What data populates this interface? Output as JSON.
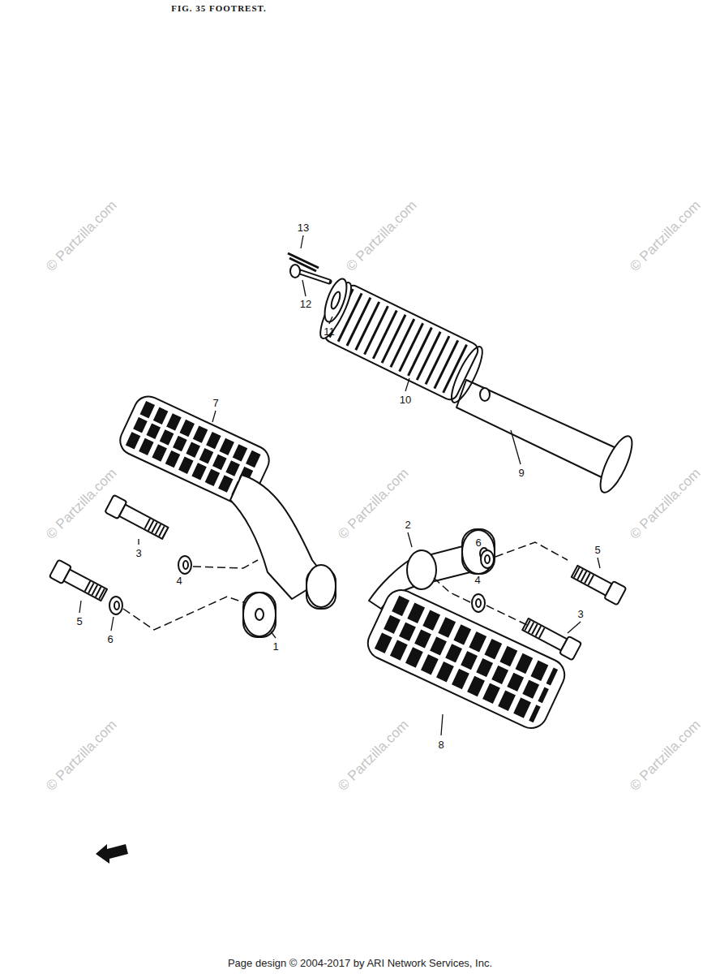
{
  "diagram": {
    "title": "FIG. 35 FOOTREST.",
    "labels": [
      "© Partzilla.com",
      "© Partzilla.com",
      "© Partzilla.com",
      "13",
      "12",
      "11",
      "10",
      "9",
      "7",
      "© Partzilla.com",
      "© Partzilla.com",
      "© Partzilla.com",
      "2",
      "6",
      "5",
      "3",
      "4",
      "4",
      "3",
      "5",
      "6",
      "1",
      "8",
      "© Partzilla.com",
      "© Partzilla.com",
      "© Partzilla.com",
      "Page design © 2004-2017 by ARI Network Services, Inc."
    ]
  }
}
